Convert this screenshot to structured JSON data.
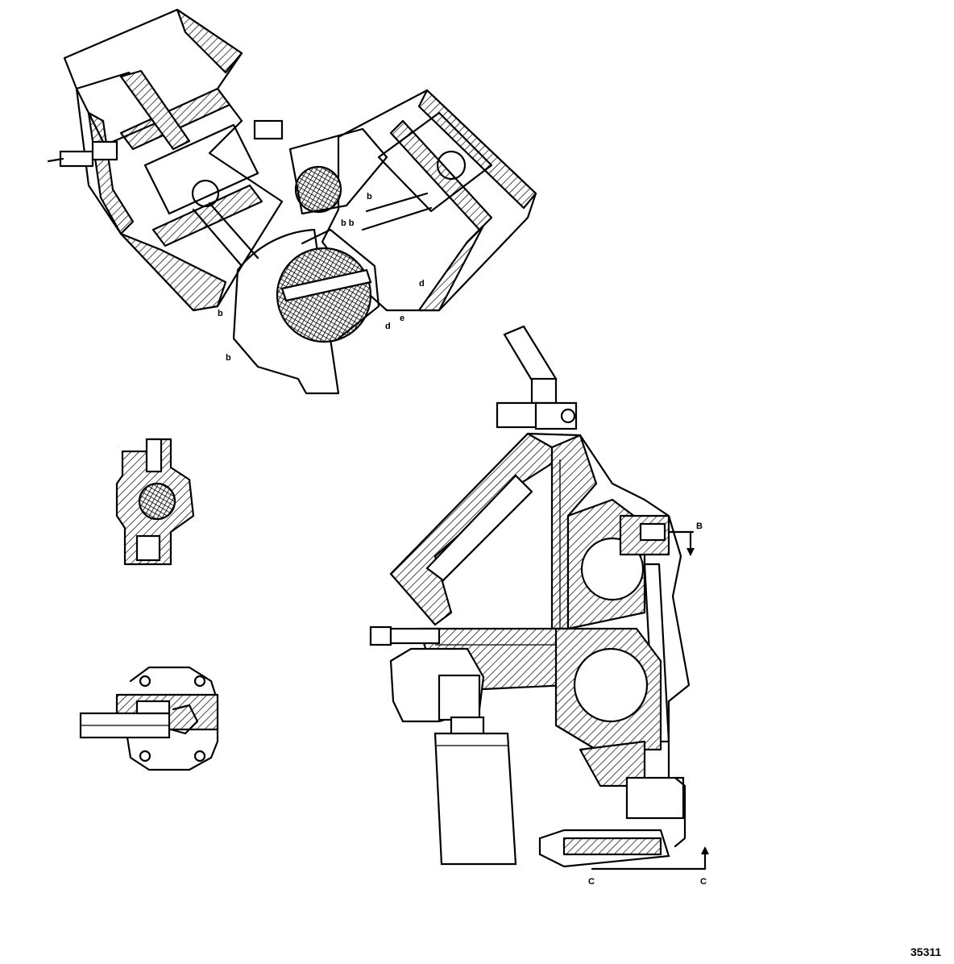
{
  "figure": {
    "reference_number": "35311",
    "section_labels": {
      "b": "B",
      "c_left": "C",
      "c_right": "C"
    }
  }
}
